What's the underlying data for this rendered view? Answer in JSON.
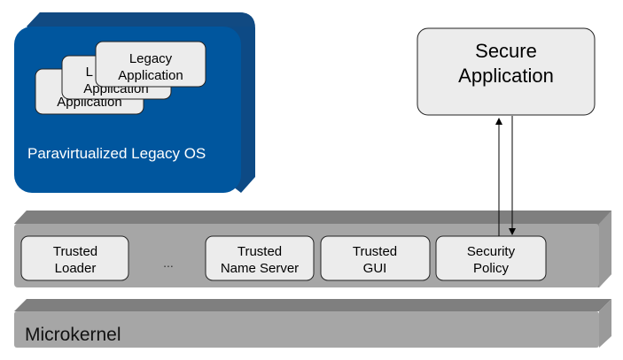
{
  "legacy_os": {
    "label": "Paravirtualized Legacy OS",
    "apps": [
      {
        "line1": "",
        "line2": "Application"
      },
      {
        "line1": "L",
        "line2": "Application"
      },
      {
        "line1": "Legacy",
        "line2": "Application"
      }
    ]
  },
  "secure_app": {
    "line1": "Secure",
    "line2": "Application"
  },
  "trusted_layer": {
    "components": [
      {
        "line1": "Trusted",
        "line2": "Loader"
      },
      {
        "line1": "Trusted",
        "line2": "Name Server"
      },
      {
        "line1": "Trusted",
        "line2": "GUI"
      },
      {
        "line1": "Security",
        "line2": "Policy"
      }
    ],
    "ellipsis": "..."
  },
  "microkernel": {
    "label": "Microkernel"
  },
  "colors": {
    "os_blue": "#00569e",
    "layer_gray": "#a6a6a6",
    "box_fill": "#ececec"
  }
}
